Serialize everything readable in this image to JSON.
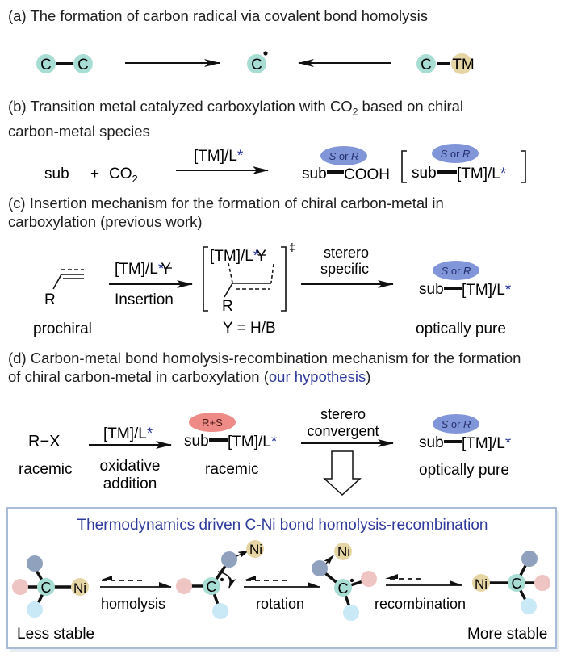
{
  "colors": {
    "carbon": "#a8ddd3",
    "metal": "#e6d5a4",
    "sr_oval": "#8196d8",
    "rs_oval": "#ef8b86",
    "accent_blue": "#2f3b9c",
    "box_border": "#a9bcd6",
    "sub_red": "#efc5c3",
    "sub_blue": "#c9e9f6",
    "sub_slate": "#8fa1bd"
  },
  "panel_a": {
    "heading": "(a) The formation of carbon radical via covalent bond homolysis",
    "left_atom1": "C",
    "left_atom2": "C",
    "radical_atom": "C",
    "right_atom": "C",
    "right_metal": "TM"
  },
  "panel_b": {
    "heading_line1_pre": "(b) Transition metal catalyzed carboxylation with CO",
    "heading_line1_sub": "2",
    "heading_line1_post": " based on chiral",
    "heading_line2": "carbon-metal species",
    "reactant_sub": "sub",
    "plus": "+",
    "co2": "CO",
    "co2_sub": "2",
    "catalyst": "[TM]/L",
    "star": "*",
    "product_oval_S": "S",
    "product_oval_or": " or ",
    "product_oval_R": "R",
    "product_sub": "sub",
    "product_group": "COOH",
    "intermediate_sub": "sub",
    "intermediate_metal": "[TM]/L"
  },
  "panel_c": {
    "heading_line1": "(c) Insertion mechanism for the formation of chiral carbon-metal in",
    "heading_line2": "carboxylation  (previous work)",
    "substituent": "R",
    "prochiral": "prochiral",
    "reagent": "[TM]/L",
    "reagent_y": "Y",
    "insertion": "Insertion",
    "ts_metal": "[TM]/L",
    "ts_y": "Y",
    "ts_r": "R",
    "dagger": "‡",
    "y_def": "Y = H/B",
    "step_line1": "sterero",
    "step_line2": "specific",
    "product_oval_S": "S",
    "product_oval_or": " or ",
    "product_oval_R": "R",
    "product_sub": "sub",
    "product_metal": "[TM]/L",
    "optically_pure": "optically pure"
  },
  "panel_d": {
    "heading_line1": "(d) Carbon-metal  bond homolysis-recombination  mechanism for the formation",
    "heading_line2_pre": "of chiral carbon-metal  in carboxylation  (",
    "heading_line2_blue": "our hypothesis",
    "heading_line2_post": ")",
    "reactant": "R−X",
    "racemic1": "racemic",
    "catalyst": "[TM]/L",
    "step1_line1": "oxidative",
    "step1_line2": "addition",
    "int_oval": "R+S",
    "int_sub": "sub",
    "int_metal": "[TM]/L",
    "racemic2": "racemic",
    "step2_line1": "sterero",
    "step2_line2": "convergent",
    "product_oval_S": "S",
    "product_oval_or": " or ",
    "product_oval_R": "R",
    "product_sub": "sub",
    "product_metal": "[TM]/L",
    "optically_pure": "optically pure"
  },
  "box": {
    "title": "Thermodynamics driven C-Ni bond homolysis-recombination",
    "carbon": "C",
    "nickel": "Ni",
    "step1": "homolysis",
    "step2": "rotation",
    "step3": "recombination",
    "left_label": "Less stable",
    "right_label": "More stable"
  }
}
